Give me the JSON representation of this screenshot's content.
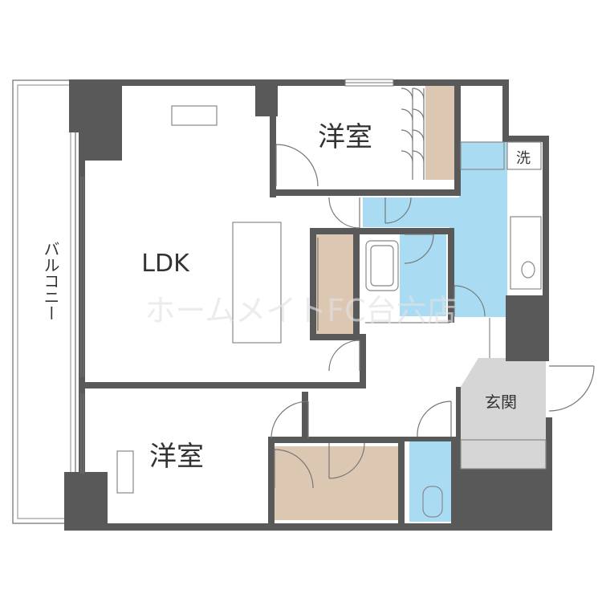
{
  "rooms": {
    "ldk": "LDK",
    "western_top": "洋室",
    "western_bottom": "洋室",
    "entrance": "玄関",
    "balcony": "バルコニー",
    "laundry": "洗"
  },
  "watermark": "ホームメイトFC台六店",
  "colors": {
    "wall": "#595959",
    "storage": "#dcc7b2",
    "wet_area": "#a9dcf2",
    "entrance_floor": "#d6d6d6",
    "line": "#777777"
  }
}
